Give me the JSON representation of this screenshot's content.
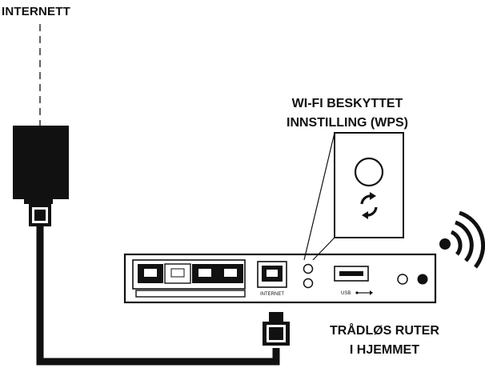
{
  "labels": {
    "internet": "INTERNETT",
    "wps_line1": "WI-FI BESKYTTET",
    "wps_line2": "INNSTILLING (WPS)",
    "router_line1": "TRÅDLØS RUTER",
    "router_line2": "I HJEMMET"
  },
  "router_ports": {
    "internet_port": "INTERNET",
    "usb_port": "USB"
  },
  "icons": {
    "modem": "modem-icon",
    "router": "router-icon",
    "wps_button": "wps-button-icon",
    "wifi_signal": "wifi-signal-icon"
  },
  "colors": {
    "ink": "#111111",
    "background": "#ffffff",
    "accent": "#000000"
  }
}
